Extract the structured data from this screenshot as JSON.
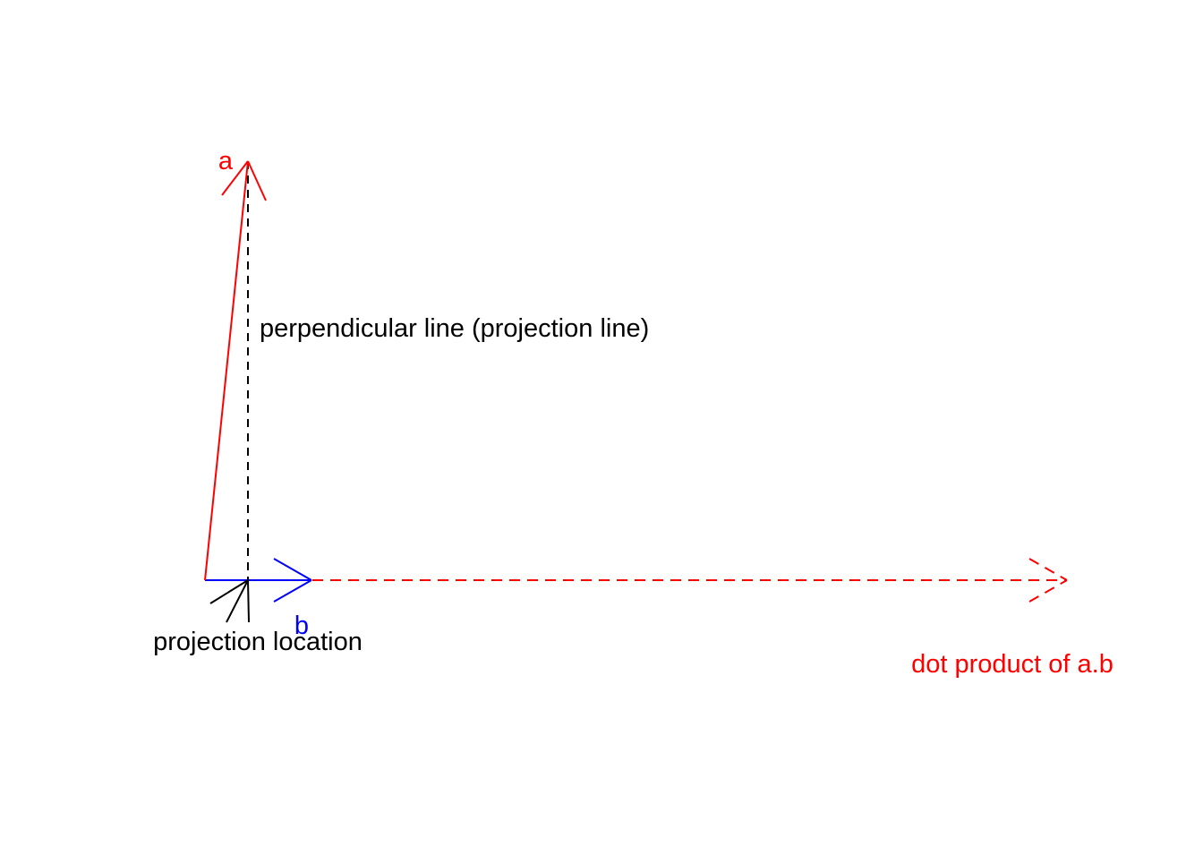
{
  "colors": {
    "vector_a": "#ff0000",
    "vector_b": "#0000ff",
    "projection_line": "#000000",
    "pointer_arrow": "#000000",
    "dot_product": "#ff0000",
    "text_default": "#000000",
    "background": "#ffffff"
  },
  "labels": {
    "vector_a": "a",
    "vector_b": "b",
    "perpendicular_line": "perpendicular line (projection line)",
    "projection_location": "projection location",
    "dot_product": "dot product of a.b"
  }
}
